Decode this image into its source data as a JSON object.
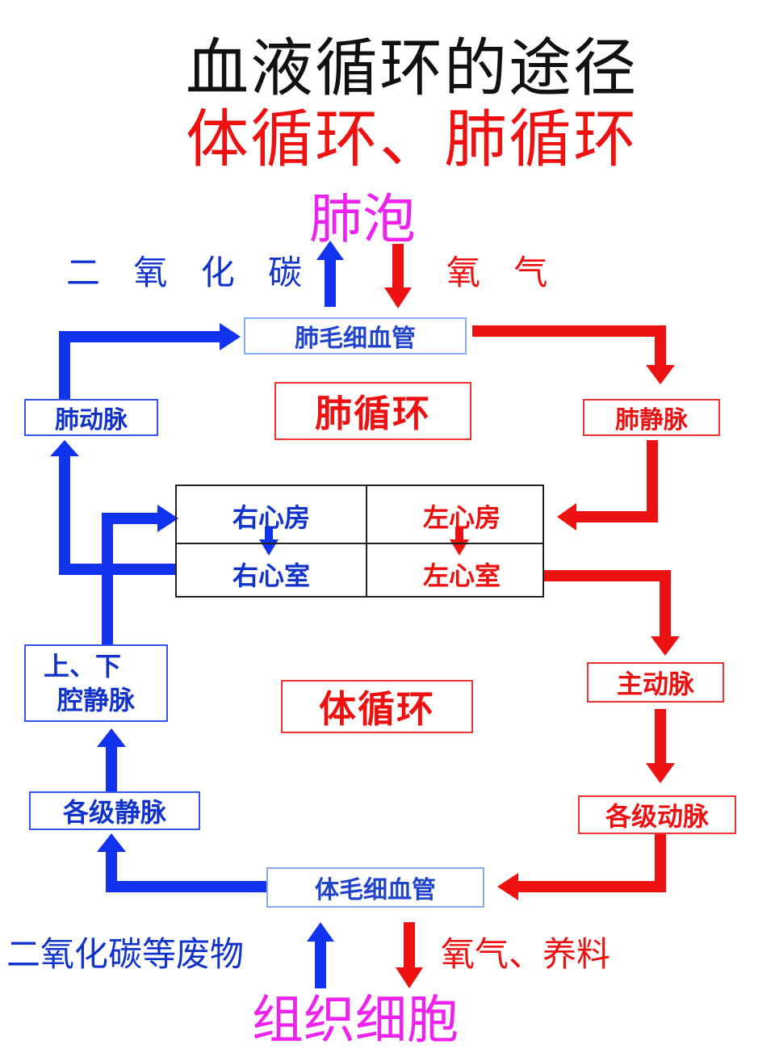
{
  "title": "血液循环的途径",
  "subtitle": "体循环、肺循环",
  "alveoli": "肺泡",
  "tissue_cells": "组织细胞",
  "lung_gas": {
    "out": "二 氧 化 碳",
    "in": "氧 气"
  },
  "tissue_gas": {
    "out": "二氧化碳等废物",
    "in": "氧气、养料"
  },
  "nodes": {
    "pulmonary_capillary": "肺毛细血管",
    "pulmonary_artery": "肺动脉",
    "pulmonary_vein": "肺静脉",
    "pulmonary_circulation": "肺循环",
    "right_atrium": "右心房",
    "right_ventricle": "右心室",
    "left_atrium": "左心房",
    "left_ventricle": "左心室",
    "vena_cava_line1": "上、下",
    "vena_cava_line2": "腔静脉",
    "systemic_circulation": "体循环",
    "aorta": "主动脉",
    "veins": "各级静脉",
    "arteries": "各级动脉",
    "systemic_capillary": "体毛细血管"
  },
  "colors": {
    "blue": "#1133ee",
    "red": "#ee1111",
    "magenta": "#ee22ee",
    "title": "#111111"
  }
}
